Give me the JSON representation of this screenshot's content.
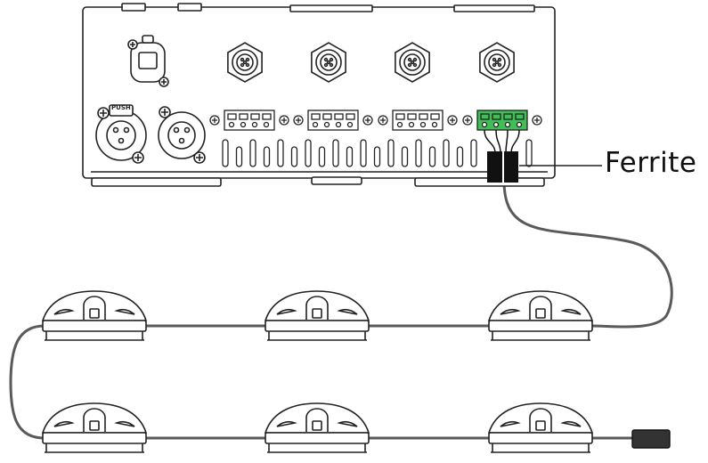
{
  "labels": {
    "callout": "Ferrite",
    "push": "PUSH"
  },
  "colors": {
    "outline": "#222222",
    "cable": "#5a5a5a",
    "terminal_active": "#3fbf56",
    "ferrite": "#111111",
    "background": "#ffffff"
  },
  "components": {
    "xlr_connectors": 2,
    "m12_connectors": 4,
    "terminal_blocks": 4,
    "sensor_nodes": 6,
    "ethercon_ports": 1
  }
}
